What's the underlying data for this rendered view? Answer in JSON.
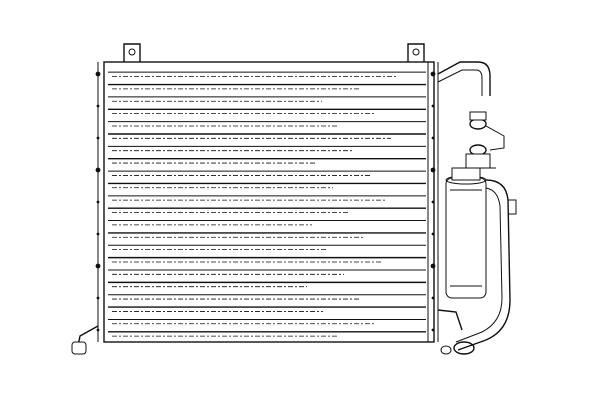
{
  "diagram": {
    "subject": "ac-condenser-with-receiver-drier",
    "line_color": "#111111",
    "background_color": "#ffffff",
    "fin_row_count": 22,
    "components": [
      {
        "name": "condenser-core"
      },
      {
        "name": "mounting-bracket-left"
      },
      {
        "name": "mounting-bracket-right"
      },
      {
        "name": "receiver-drier"
      },
      {
        "name": "inlet-pipe"
      },
      {
        "name": "outlet-pipe"
      },
      {
        "name": "bottom-mount-left"
      },
      {
        "name": "bottom-mount-right"
      }
    ]
  }
}
